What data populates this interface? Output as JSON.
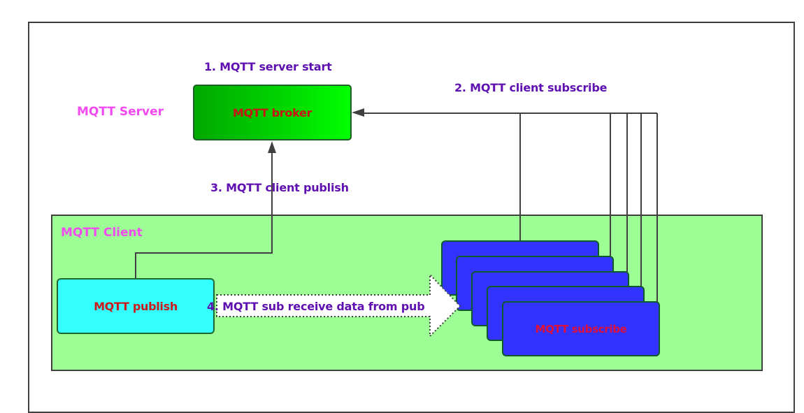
{
  "diagram": {
    "title_step1": "1. MQTT server start",
    "title_step2": "2. MQTT client subscribe",
    "title_step3": "3. MQTT client publish",
    "title_step4": "4. MQTT sub receive data from pub",
    "server_zone_label": "MQTT Server",
    "client_zone_label": "MQTT Client",
    "broker_label": "MQTT broker",
    "publish_label": "MQTT publish",
    "subscribers": [
      {
        "label": ""
      },
      {
        "label": ""
      },
      {
        "label": ""
      },
      {
        "label": ""
      },
      {
        "label": "MQTT subscribe"
      }
    ],
    "colors": {
      "step_text": "#5f10b0",
      "zone_text": "#f04af0",
      "broker_fill": "#00d400",
      "broker_text": "#c81414",
      "client_zone_fill": "#9efe96",
      "publish_fill": "#33ffff",
      "publish_text": "#cc1818",
      "subscriber_fill": "#3333ff",
      "subscriber_text": "#e0103a",
      "connector": "#404040"
    },
    "edges": [
      {
        "from": "subscribers",
        "to": "broker",
        "label": "2. MQTT client subscribe"
      },
      {
        "from": "publish",
        "to": "broker",
        "label": "3. MQTT client publish"
      },
      {
        "from": "publish",
        "to": "subscribers",
        "label": "4. MQTT sub receive data from pub"
      }
    ]
  }
}
